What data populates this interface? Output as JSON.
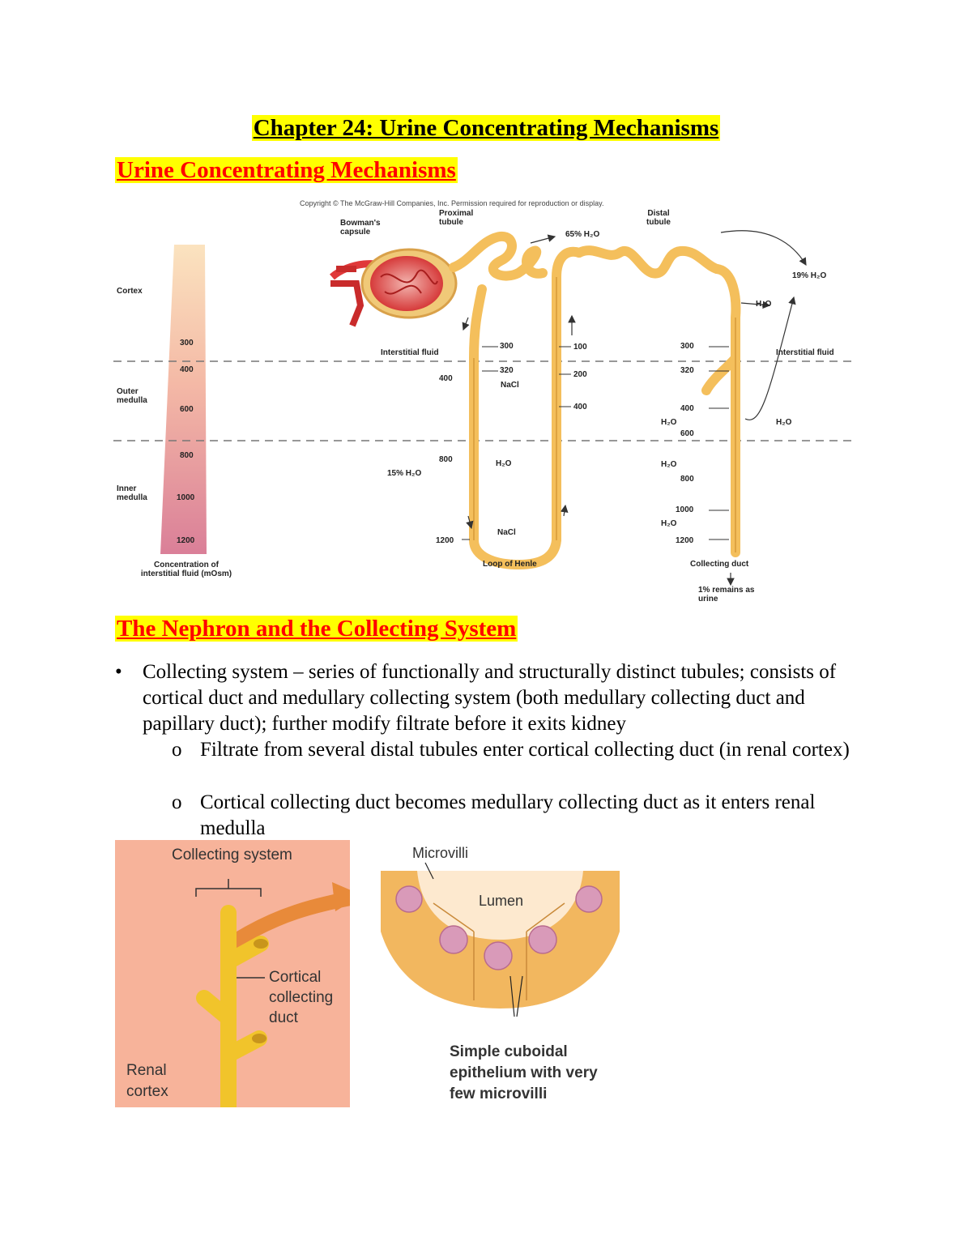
{
  "title": "Chapter 24: Urine Concentrating Mechanisms",
  "section1": {
    "heading": "Urine Concentrating Mechanisms"
  },
  "nephron_figure": {
    "copyright": "Copyright © The McGraw-Hill Companies, Inc. Permission required for reproduction or display.",
    "labels": {
      "bowmans": "Bowman's capsule",
      "proximal": "Proximal tubule",
      "distal": "Distal tubule",
      "h2o_65": "65% H₂O",
      "h2o_19": "19% H₂O",
      "h2o": "H₂O",
      "h2o_15": "15% H₂O",
      "interstitial": "Interstitial fluid",
      "nacl": "NaCl",
      "loop": "Loop of Henle",
      "collecting_duct": "Collecting duct",
      "remains": "1% remains as urine"
    },
    "gradient": {
      "zones": [
        "Cortex",
        "Outer medulla",
        "Inner medulla"
      ],
      "values": [
        "300",
        "400",
        "600",
        "800",
        "1000",
        "1200"
      ],
      "caption": "Concentration of interstitial fluid (mOsm)"
    },
    "numbers": {
      "desc_300": "300",
      "desc_320": "320",
      "desc_400": "400",
      "desc_800": "800",
      "desc_1200": "1200",
      "asc_100": "100",
      "asc_200": "200",
      "asc_400": "400",
      "cd_300": "300",
      "cd_320": "320",
      "cd_400": "400",
      "cd_600": "600",
      "cd_800": "800",
      "cd_1000": "1000",
      "cd_1200": "1200"
    }
  },
  "section2": {
    "heading": "The Nephron and the Collecting System",
    "bullet": "Collecting system – series of functionally and structurally distinct tubules; consists of cortical duct and medullary collecting system (both medullary collecting duct and papillary duct); further modify filtrate before it exits kidney",
    "sub1": "Filtrate from several distal tubules enter cortical collecting duct (in renal cortex)",
    "sub2": "Cortical collecting duct becomes medullary collecting duct as it enters renal medulla",
    "bullet_mark": "•",
    "sub_mark": "o"
  },
  "collecting_figure": {
    "collecting_system": "Collecting system",
    "cortical_duct": "Cortical collecting duct",
    "renal_cortex": "Renal cortex",
    "microvilli": "Microvilli",
    "lumen": "Lumen",
    "epithelium": "Simple cuboidal epithelium with very few microvilli"
  }
}
